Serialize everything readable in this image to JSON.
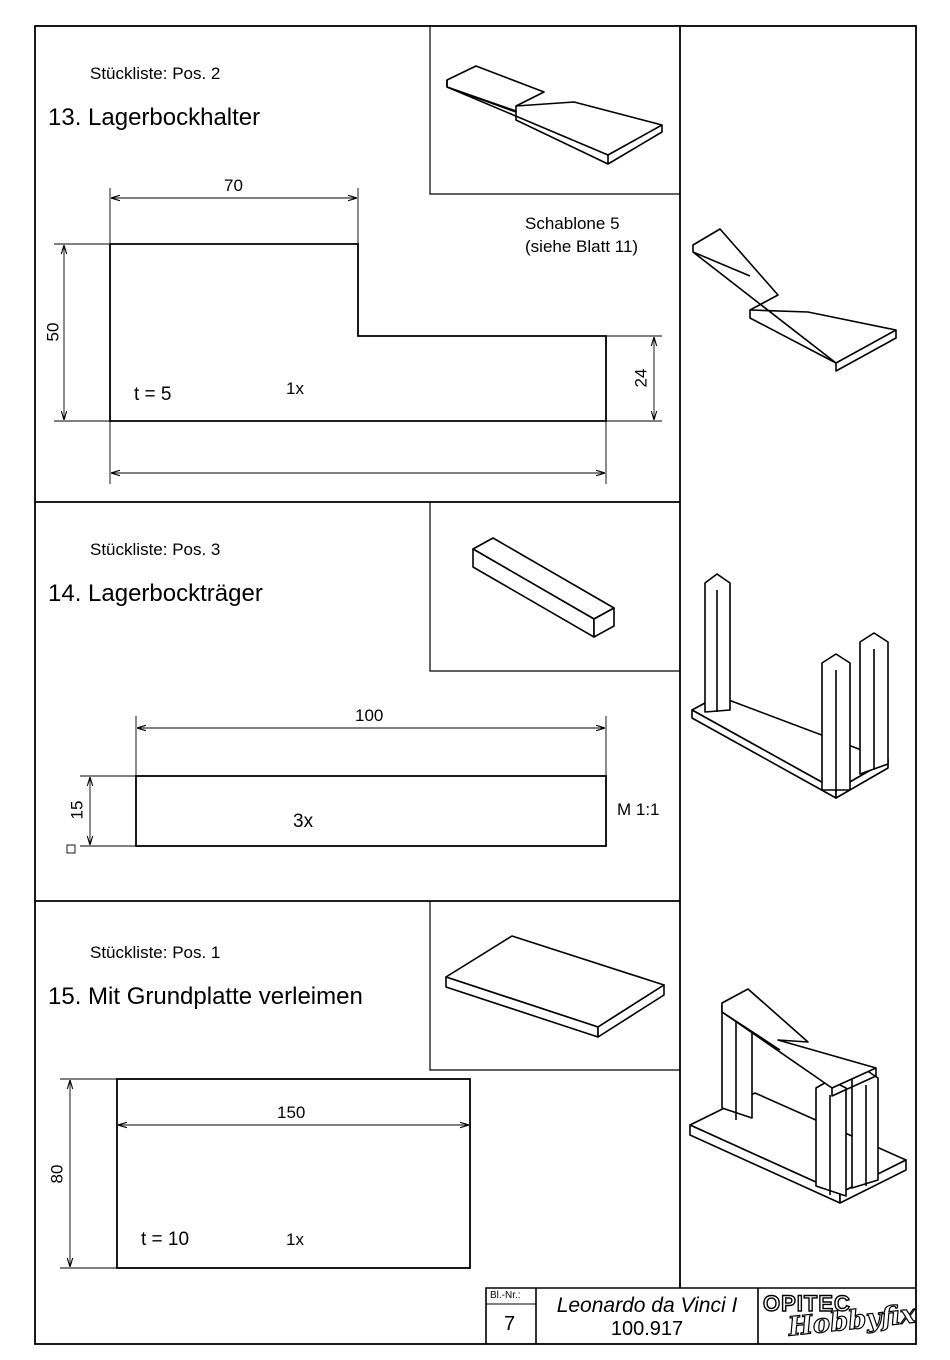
{
  "sections": [
    {
      "parts_list": "Stückliste: Pos. 2",
      "title": "13. Lagerbockhalter",
      "dims": {
        "top": "70",
        "left": "50",
        "right": "24"
      },
      "thickness": "t  =  5",
      "quantity": "1x",
      "template_note": [
        "Schablone 5",
        "(siehe Blatt 11)"
      ]
    },
    {
      "parts_list": "Stückliste: Pos. 3",
      "title": "14. Lagerbockträger",
      "dims": {
        "top": "100",
        "left": "15"
      },
      "quantity": "3x",
      "scale": "M 1:1"
    },
    {
      "parts_list": "Stückliste: Pos. 1",
      "title": "15. Mit Grundplatte verleimen",
      "dims": {
        "top": "150",
        "left": "80"
      },
      "thickness": "t  =  10",
      "quantity": "1x"
    }
  ],
  "title_block": {
    "sheet_label": "Bl.-Nr.:",
    "sheet_number": "7",
    "project": "Leonardo da Vinci I",
    "article": "100.917",
    "brand_top": "OPITEC",
    "brand_bottom": "Hobbyfix"
  }
}
